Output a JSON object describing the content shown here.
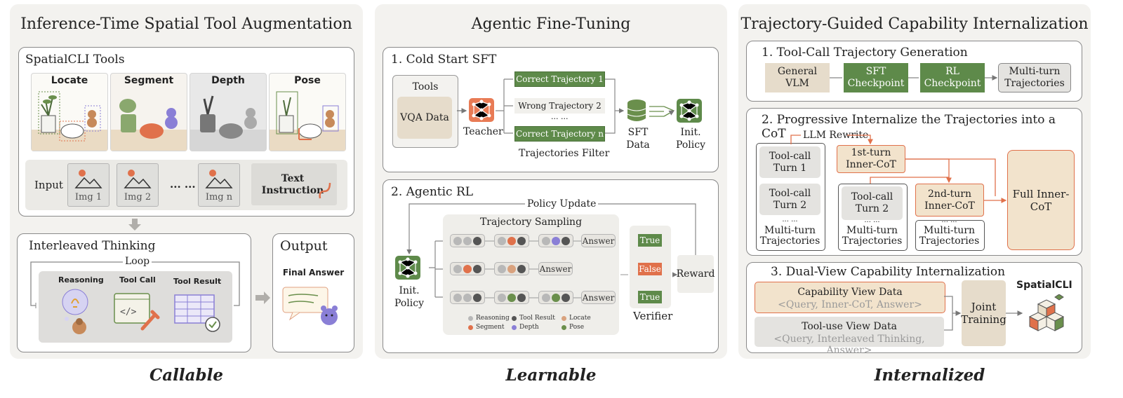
{
  "panel1": {
    "title": "Inference-Time Spatial Tool Augmentation",
    "tools_label": "SpatialCLI Tools",
    "tools": [
      "Locate",
      "Segment",
      "Depth",
      "Pose"
    ],
    "input_label": "Input",
    "images": [
      "Img 1",
      "Img 2",
      "Img n"
    ],
    "ellipsis": "... ...",
    "text_instruction": "Text Instruction",
    "thinking_label": "Interleaved Thinking",
    "loop_label": "Loop",
    "steps": [
      "Reasoning",
      "Tool Call",
      "Tool Result"
    ],
    "output_label": "Output",
    "final_answer": "Final Answer",
    "footer": "Callable"
  },
  "panel2": {
    "title": "Agentic Fine-Tuning",
    "cold_start": "1. Cold Start SFT",
    "tools_label": "Tools",
    "vqa_label": "VQA Data",
    "teacher_label": "Teacher",
    "traj_correct1": "Correct Trajectory 1",
    "traj_wrong2": "Wrong Trajectory 2",
    "traj_ellipsis": "... ...",
    "traj_correctn": "Correct Trajectory n",
    "traj_filter": "Trajectories Filter",
    "sft_data": "SFT Data",
    "init_policy": "Init. Policy",
    "agentic_rl": "2. Agentic RL",
    "policy_update": "Policy Update",
    "traj_sampling": "Trajectory Sampling",
    "answer_label": "Answer",
    "verifier_results": [
      "True",
      "False",
      "True"
    ],
    "verifier_label": "Verifier",
    "reward_label": "Reward",
    "legend": [
      {
        "label": "Reasoning",
        "color": "#b8b8b8"
      },
      {
        "label": "Tool Result",
        "color": "#555555"
      },
      {
        "label": "Locate",
        "color": "#d9a27e"
      },
      {
        "label": "Segment",
        "color": "#e0714b"
      },
      {
        "label": "Depth",
        "color": "#8a7fd6"
      },
      {
        "label": "Pose",
        "color": "#6a8f4c"
      }
    ],
    "footer": "Learnable"
  },
  "panel3": {
    "title": "Trajectory-Guided Capability Internalization",
    "s1_title": "1. Tool-Call Trajectory Generation",
    "s1_boxes": [
      "General VLM",
      "SFT Checkpoint",
      "RL Checkpoint",
      "Multi-turn Trajectories"
    ],
    "s2_title": "2. Progressive Internalize the Trajectories into a CoT",
    "llm_rewrite": "LLM Rewrite",
    "toolcall_turn1": "Tool-call Turn 1",
    "toolcall_turn2": "Tool-call Turn 2",
    "ellipsis": "... ...",
    "multi_turn": "Multi-turn Trajectories",
    "first_inner": "1st-turn Inner-CoT",
    "second_inner": "2nd-turn Inner-CoT",
    "full_inner": "Full Inner-CoT",
    "s3_title": "3. Dual-View Capability Internalization",
    "capability_view": "Capability View Data",
    "capability_tuple": "<Query, Inner-CoT, Answer>",
    "tooluse_view": "Tool-use View Data",
    "tooluse_tuple": "<Query, Interleaved Thinking, Answer>",
    "joint_training": "Joint Training",
    "spatialcli": "SpatialCLI",
    "footer": "Internalized"
  }
}
